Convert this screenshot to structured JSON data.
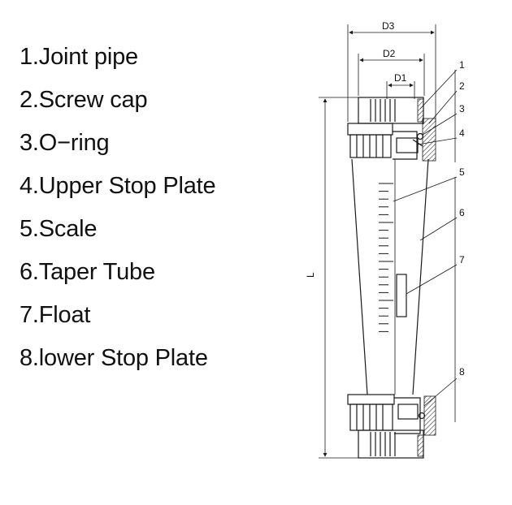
{
  "legend": {
    "items": [
      "1.Joint pipe",
      "2.Screw cap",
      "3.O−ring",
      "4.Upper Stop Plate",
      "5.Scale",
      "6.Taper Tube",
      "7.Float",
      "8.lower Stop Plate"
    ]
  },
  "dimensions": {
    "d1": "D1",
    "d2": "D2",
    "d3": "D3",
    "length": "L"
  },
  "callouts": [
    "1",
    "2",
    "3",
    "4",
    "5",
    "6",
    "7",
    "8"
  ],
  "colors": {
    "line": "#1a1a1a",
    "text": "#111111",
    "background": "#ffffff"
  }
}
